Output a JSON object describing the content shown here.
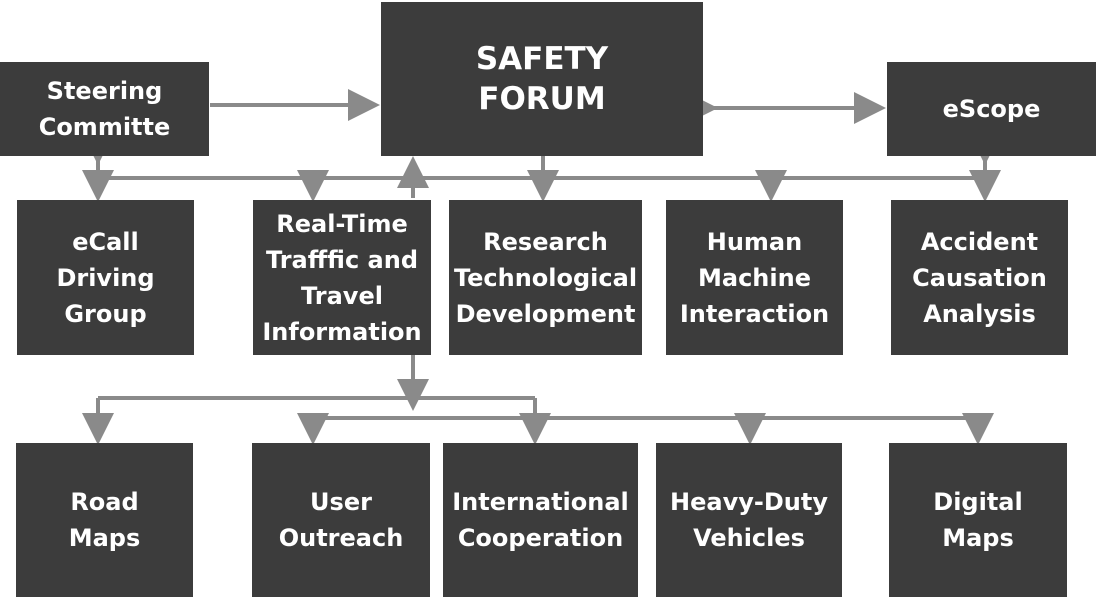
{
  "nodes": {
    "safety_forum": "SAFETY\nFORUM",
    "steering": "Steering\nCommitte",
    "escope": "eScope",
    "ecall": "eCall\nDriving\nGroup",
    "realtime": "Real-Time\nTrafffic and\nTravel\nInformation",
    "research": "Research\nTechnological\nDevelopment",
    "hmi": "Human\nMachine\nInteraction",
    "accident": "Accident\nCausation\nAnalysis",
    "roadmaps": "Road\nMaps",
    "outreach": "User\nOutreach",
    "intl": "International\nCooperation",
    "heavy": "Heavy-Duty\nVehicles",
    "digital": "Digital\nMaps"
  },
  "colors": {
    "box": "#3c3c3c",
    "text": "#ffffff",
    "connector": "#8a8a8a"
  }
}
